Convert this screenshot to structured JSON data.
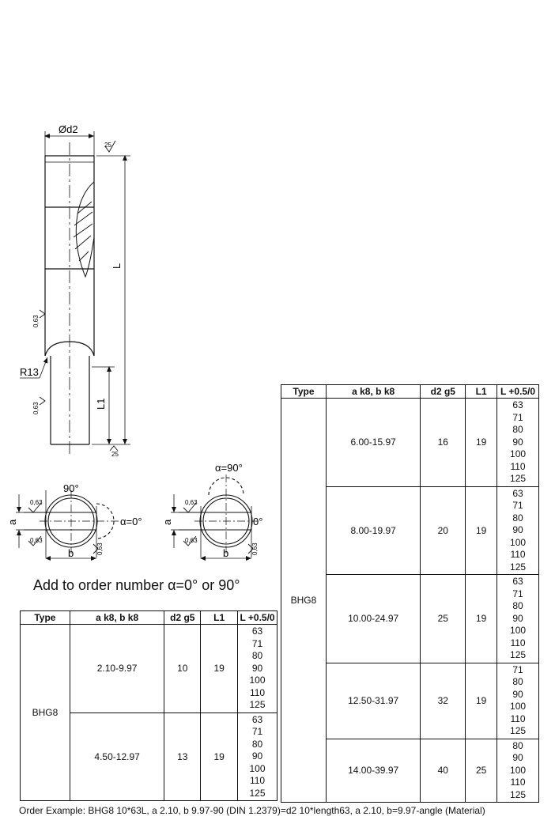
{
  "drawing": {
    "dim_d2": "Ød2",
    "dim_L": "L",
    "dim_L1": "L1",
    "radius": "R13",
    "roughness_25": "25",
    "roughness_063": "0,63",
    "view_left": {
      "angle_top": "90°",
      "label_a": "a",
      "label_b": "b",
      "angle_right": "α=0°",
      "roughness": "0,63"
    },
    "view_right": {
      "angle_top": "α=90°",
      "label_a": "a",
      "label_b": "b",
      "angle_right": "0°",
      "roughness": "0,63"
    }
  },
  "add_to_order": "Add to order number α=0° or 90°",
  "headers": [
    "Type",
    "a k8, b k8",
    "d2 g5",
    "L1",
    "L +0.5/0"
  ],
  "table_small": {
    "type": "BHG8",
    "rows": [
      {
        "ab": "2.10-9.97",
        "d2": "10",
        "l1": "19",
        "lengths": [
          "63",
          "71",
          "80",
          "90",
          "100",
          "110",
          "125"
        ]
      },
      {
        "ab": "4.50-12.97",
        "d2": "13",
        "l1": "19",
        "lengths": [
          "63",
          "71",
          "80",
          "90",
          "100",
          "110",
          "125"
        ]
      }
    ]
  },
  "table_large": {
    "type": "BHG8",
    "rows": [
      {
        "ab": "6.00-15.97",
        "d2": "16",
        "l1": "19",
        "lengths": [
          "63",
          "71",
          "80",
          "90",
          "100",
          "110",
          "125"
        ]
      },
      {
        "ab": "8.00-19.97",
        "d2": "20",
        "l1": "19",
        "lengths": [
          "63",
          "71",
          "80",
          "90",
          "100",
          "110",
          "125"
        ]
      },
      {
        "ab": "10.00-24.97",
        "d2": "25",
        "l1": "19",
        "lengths": [
          "63",
          "71",
          "80",
          "90",
          "100",
          "110",
          "125"
        ]
      },
      {
        "ab": "12.50-31.97",
        "d2": "32",
        "l1": "19",
        "lengths": [
          "71",
          "80",
          "90",
          "100",
          "110",
          "125"
        ]
      },
      {
        "ab": "14.00-39.97",
        "d2": "40",
        "l1": "25",
        "lengths": [
          "80",
          "90",
          "100",
          "110",
          "125"
        ]
      }
    ]
  },
  "order_example": "Order Example: BHG8 10*63L, a 2.10, b 9.97-90 (DIN 1.2379)=d2 10*length63, a 2.10, b=9.97-angle (Material)"
}
